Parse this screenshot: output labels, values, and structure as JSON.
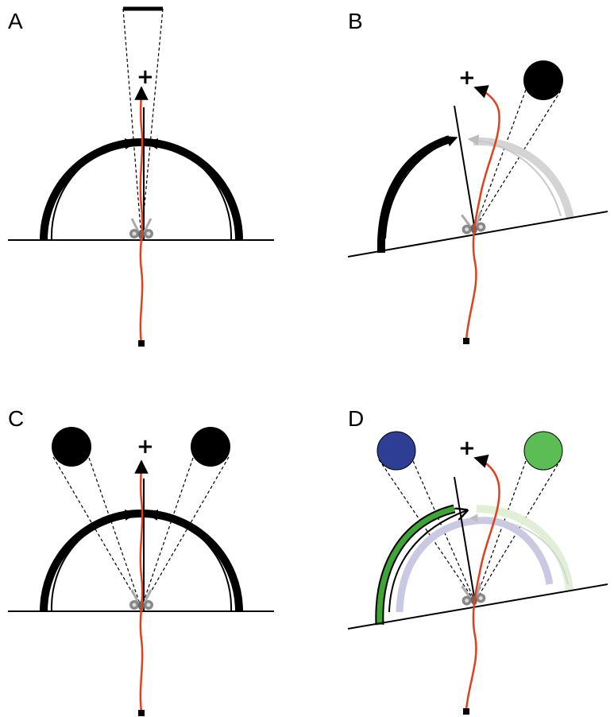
{
  "panels": [
    {
      "label": "A"
    },
    {
      "label": "B"
    },
    {
      "label": "C"
    },
    {
      "label": "D"
    }
  ],
  "fixation_symbol": "+",
  "colors": {
    "path": "#e0401c",
    "arc": "#000000",
    "arc_faded": "#d4d4d4",
    "ball_black": "#000000",
    "ball_blue": "#2e3f93",
    "ball_green": "#5bbd54",
    "arc_green": "#3fa535",
    "arc_lavender": "#c9c9e3",
    "arc_lightgreen": "#e0efd6"
  }
}
